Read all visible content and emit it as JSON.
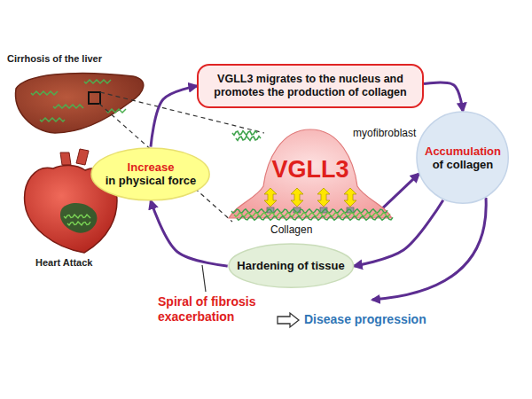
{
  "diagram": {
    "nodes": [
      {
        "text": [
          "VGLL3 migrates to the nucleus and promotes the production of collagen"
        ]
      },
      {
        "text": [
          "Increase",
          "in physical force"
        ]
      },
      {
        "text": [
          "VGLL3"
        ]
      },
      {
        "text": [
          "Accumulation",
          "of collagen"
        ]
      },
      {
        "text": [
          "Hardening of tissue"
        ]
      }
    ],
    "edges": [
      {
        "from": 0,
        "to": 3,
        "arrow": "to"
      },
      {
        "from": 3,
        "to": 4,
        "arrow": "to"
      },
      {
        "from": 4,
        "to": 1,
        "arrow": "to"
      },
      {
        "from": 1,
        "to": 0,
        "arrow": "to"
      },
      {
        "from": 2,
        "to": 3,
        "arrow": "to"
      }
    ],
    "labels": [
      "Cirrhosis of the liver",
      "myofibroblast",
      "Collagen",
      "Heart Attack",
      "Spiral of fibrosis exacerbation",
      "Disease progression"
    ]
  }
}
